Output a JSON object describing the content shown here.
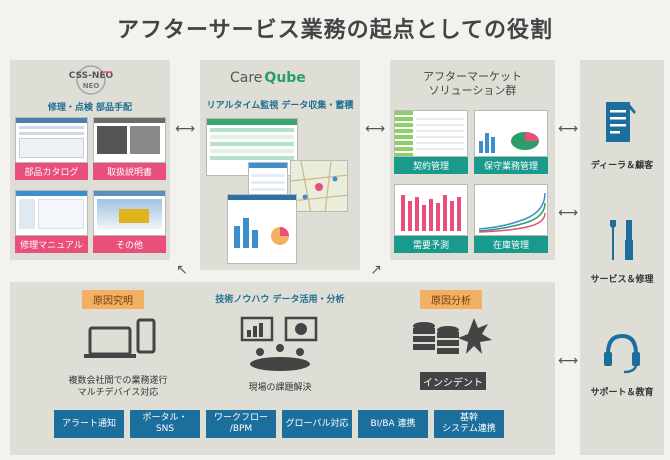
{
  "title": "アフターサービス業務の起点としての役割",
  "left_panel": {
    "logo": "CSS-NEO",
    "heading": "修理・点検 部品手配",
    "tiles": [
      "部品カタログ",
      "取扱説明書",
      "修理マニュアル",
      "その他"
    ]
  },
  "center_panel": {
    "logo_text": "Care",
    "logo_accent": "Qube",
    "heading": "リアルタイム監視 データ収集・蓄積"
  },
  "right_panel": {
    "heading_line1": "アフターマーケット",
    "heading_line2": "ソリューション群",
    "tiles": [
      "契約管理",
      "保守業務管理",
      "需要予測",
      "在庫管理"
    ]
  },
  "bottom_panel": {
    "heading": "技術ノウハウ データ活用・分析",
    "cause_investigation": "原因究明",
    "cause_analysis": "原因分析",
    "multi_device_line1": "複数会社間での業務遂行",
    "multi_device_line2": "マルチデバイス対応",
    "onsite_solve": "現場の課題解決",
    "incident": "インシデント",
    "buttons": [
      {
        "line1": "アラート通知",
        "line2": ""
      },
      {
        "line1": "ポータル・",
        "line2": "SNS"
      },
      {
        "line1": "ワークフロー",
        "line2": "/BPM"
      },
      {
        "line1": "グローバル対応",
        "line2": ""
      },
      {
        "line1": "BI/BA 連携",
        "line2": ""
      },
      {
        "line1": "基幹",
        "line2": "システム連携"
      }
    ]
  },
  "side_panel": {
    "items": [
      "ディーラ＆顧客",
      "サービス＆修理",
      "サポート＆教育"
    ]
  },
  "colors": {
    "accent_pink": "#e84f7a",
    "accent_teal": "#1a9a8c",
    "accent_blue": "#1c6f9d",
    "accent_orange": "#f3b063",
    "heading_blue": "#1f6f8f"
  }
}
